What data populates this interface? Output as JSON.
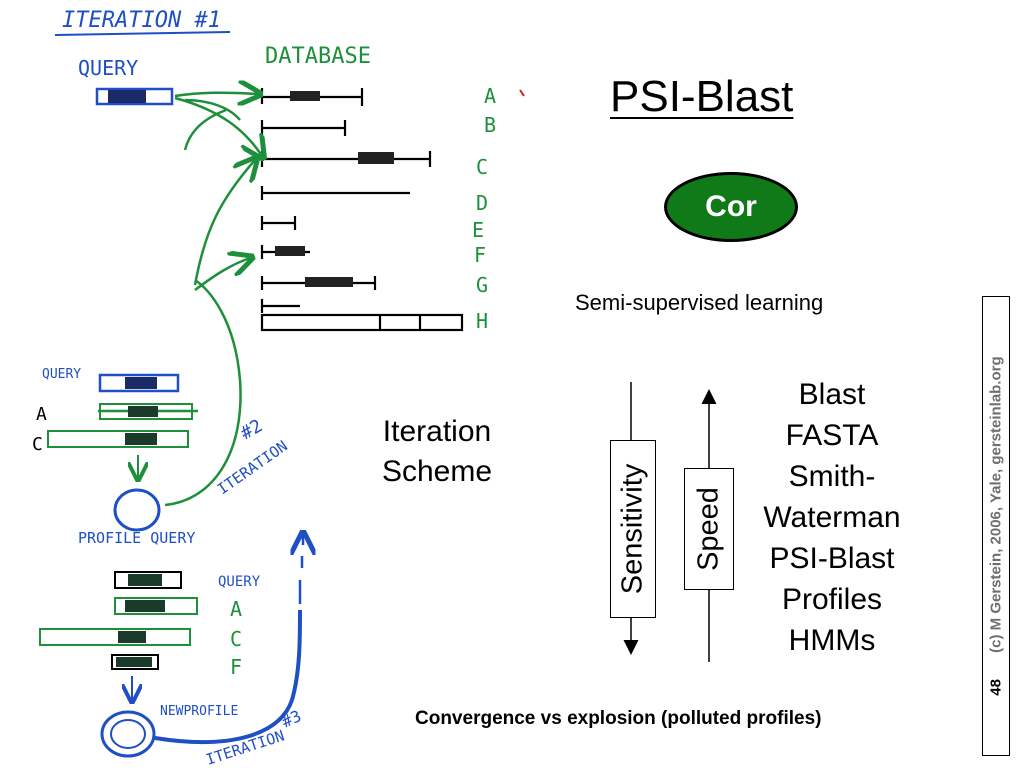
{
  "slide": {
    "title": "PSI-Blast",
    "oval_label": "Cor",
    "semi_supervised": "Semi-supervised learning",
    "iteration_scheme": [
      "Iteration",
      "Scheme"
    ],
    "axis_labels": {
      "sensitivity": "Sensitivity",
      "speed": "Speed"
    },
    "methods": [
      "Blast",
      "FASTA",
      "Smith-",
      "Waterman",
      "PSI-Blast",
      "Profiles",
      "HMMs"
    ],
    "convergence_note": "Convergence vs explosion (polluted profiles)",
    "page_number": "48",
    "copyright": "(c) M Gerstein, 2006, Yale, gersteinlab.org"
  },
  "sketch": {
    "iteration_1": "ITERATION #1",
    "query": "QUERY",
    "database": "DATABASE",
    "db_letters": [
      "A",
      "B",
      "C",
      "D",
      "E",
      "F",
      "G",
      "H"
    ],
    "query_small": "QUERY",
    "stack_letters": [
      "A",
      "C"
    ],
    "iteration_2": "ITERATION",
    "iteration_2_num": "#2",
    "profile_query": "PROFILE QUERY",
    "query_small_2": "QUERY",
    "stack_letters_2": [
      "A",
      "C",
      "F"
    ],
    "new_profile": "NEWPROFILE",
    "iteration_3": "ITERATION",
    "iteration_3_num": "#3"
  },
  "colors": {
    "sketch_blue": "#1f4fc4",
    "sketch_green": "#1e8f3a",
    "oval_fill": "#0f7a17",
    "copyright_gray": "#6f6f6f"
  }
}
